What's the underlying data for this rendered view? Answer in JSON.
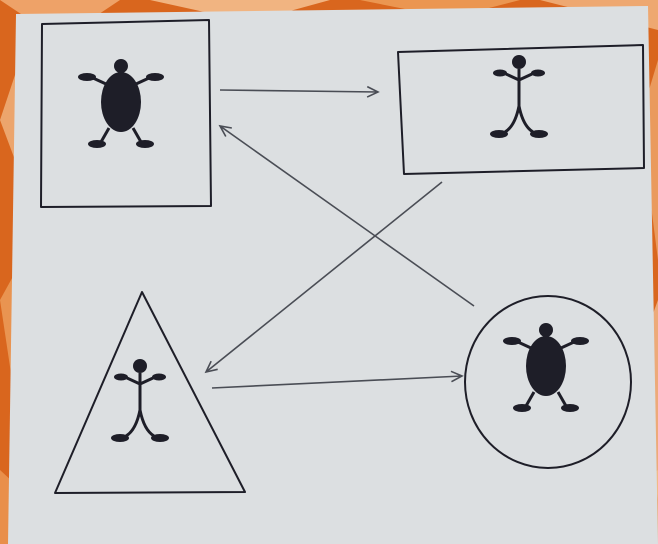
{
  "diagram": {
    "nodes": [
      {
        "id": "top-left",
        "shape": "square",
        "figure": "turtle"
      },
      {
        "id": "top-right",
        "shape": "rectangle",
        "figure": "stick-figure"
      },
      {
        "id": "bottom-left",
        "shape": "triangle",
        "figure": "stick-figure"
      },
      {
        "id": "bottom-right",
        "shape": "circle",
        "figure": "turtle"
      }
    ],
    "edges": [
      {
        "from": "top-left",
        "to": "top-right"
      },
      {
        "from": "top-right",
        "to": "bottom-left"
      },
      {
        "from": "bottom-left",
        "to": "bottom-right"
      },
      {
        "from": "bottom-right",
        "to": "top-left"
      }
    ]
  },
  "colors": {
    "background": "#d9661e",
    "paper": "#dcdfe1",
    "ink": "#1e1e28",
    "pencil": "#4a4d55"
  }
}
